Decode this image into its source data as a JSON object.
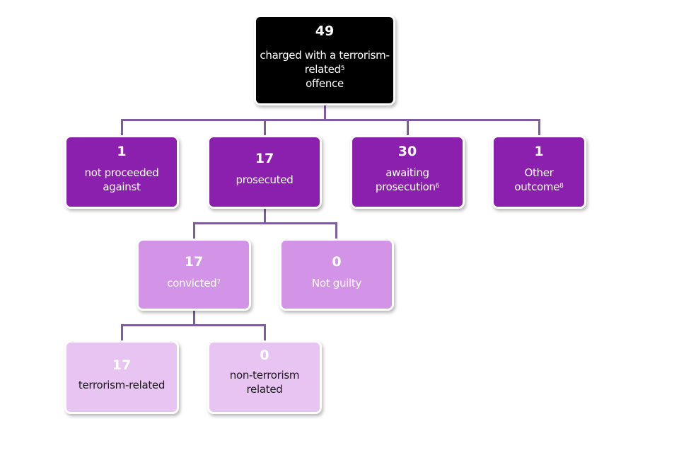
{
  "diagram": {
    "type": "tree",
    "root": {
      "value": "49",
      "label": "charged with a terrorism-related",
      "label_sup": "5",
      "label_end": "offence"
    },
    "level1": [
      {
        "value": "1",
        "label": "not proceeded against",
        "sup": ""
      },
      {
        "value": "17",
        "label": "prosecuted",
        "sup": ""
      },
      {
        "value": "30",
        "label": "awaiting prosecution",
        "sup": "6"
      },
      {
        "value": "1",
        "label": "Other outcome",
        "sup": "8"
      }
    ],
    "level2": [
      {
        "value": "17",
        "label": "convicted",
        "sup": "7"
      },
      {
        "value": "0",
        "label": "Not guilty",
        "sup": ""
      }
    ],
    "level3": [
      {
        "value": "17",
        "label": "terrorism-related",
        "sup": ""
      },
      {
        "value": "0",
        "label": "non-terrorism related",
        "sup": ""
      }
    ],
    "colors": {
      "root": "#000000",
      "level1": "#8c20ae",
      "level2": "#d394e8",
      "level3": "#e8c4f2",
      "connector": "#7d5c9f"
    }
  }
}
